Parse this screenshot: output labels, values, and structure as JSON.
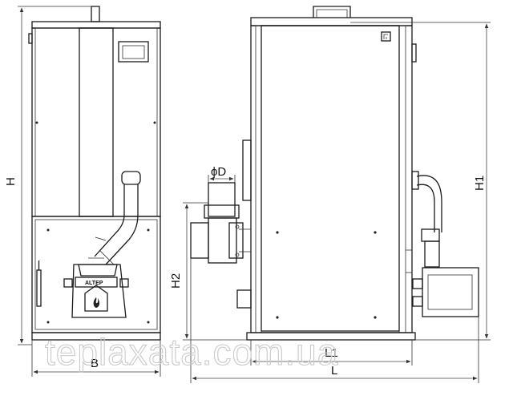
{
  "labels": {
    "height": "H",
    "height_1": "H1",
    "height_2": "H2",
    "width": "B",
    "length": "L",
    "length_1": "L1",
    "diameter": "ϕD"
  },
  "brand": "ALTEP",
  "watermark": "teplaxata.com.ua"
}
